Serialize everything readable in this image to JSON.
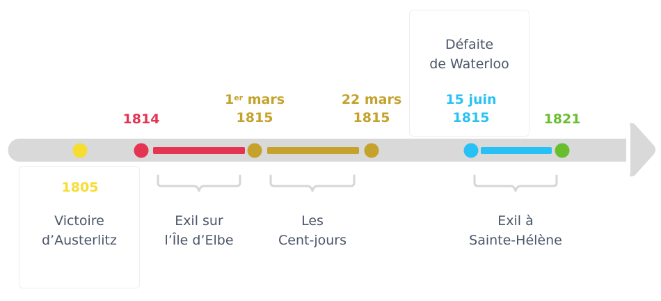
{
  "colors": {
    "arrow": "#d9d9d9",
    "bracket": "#d6d6d6",
    "text": "#4a5568",
    "yellow": "#f7dc31",
    "red": "#e43451",
    "olive": "#c4a22b",
    "blue": "#28c1f5",
    "green": "#69be2f"
  },
  "events": {
    "austerlitz": {
      "date": "1805",
      "line1": "Victoire",
      "line2": "d’Austerlitz",
      "color": "yellow"
    },
    "exil_elbe_start": {
      "date": "1814",
      "color": "red"
    },
    "mars_1815": {
      "date_day": "1",
      "date_sup": "er",
      "date_month": "mars",
      "date_year": "1815",
      "color": "olive"
    },
    "cent_jours_end": {
      "date_line1": "22 mars",
      "date_line2": "1815",
      "color": "olive"
    },
    "waterloo": {
      "date_line1": "15 juin",
      "date_line2": "1815",
      "line1": "Défaite",
      "line2": "de Waterloo",
      "color": "blue"
    },
    "death": {
      "date": "1821",
      "color": "green"
    }
  },
  "periods": {
    "elbe": {
      "line1": "Exil sur",
      "line2": "l’Île d’Elbe",
      "color": "red"
    },
    "cent_jours": {
      "line1": "Les",
      "line2": "Cent-jours",
      "color": "olive"
    },
    "sainte_helene": {
      "line1": "Exil à",
      "line2": "Sainte-Hélène",
      "color": "blue"
    }
  }
}
